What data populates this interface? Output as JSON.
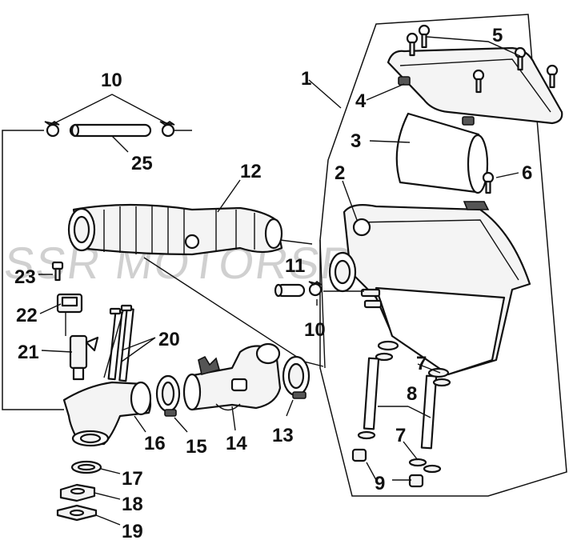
{
  "watermark": "SSR MOTORSPORTS",
  "callouts": [
    {
      "id": "c1",
      "text": "1"
    },
    {
      "id": "c2",
      "text": "2"
    },
    {
      "id": "c3",
      "text": "3"
    },
    {
      "id": "c4",
      "text": "4"
    },
    {
      "id": "c5",
      "text": "5"
    },
    {
      "id": "c6",
      "text": "6"
    },
    {
      "id": "c7a",
      "text": "7"
    },
    {
      "id": "c7b",
      "text": "7"
    },
    {
      "id": "c8",
      "text": "8"
    },
    {
      "id": "c9",
      "text": "9"
    },
    {
      "id": "c10a",
      "text": "10"
    },
    {
      "id": "c10b",
      "text": "10"
    },
    {
      "id": "c11",
      "text": "11"
    },
    {
      "id": "c12",
      "text": "12"
    },
    {
      "id": "c13",
      "text": "13"
    },
    {
      "id": "c14",
      "text": "14"
    },
    {
      "id": "c15",
      "text": "15"
    },
    {
      "id": "c16",
      "text": "16"
    },
    {
      "id": "c17",
      "text": "17"
    },
    {
      "id": "c18",
      "text": "18"
    },
    {
      "id": "c19",
      "text": "19"
    },
    {
      "id": "c20",
      "text": "20"
    },
    {
      "id": "c21",
      "text": "21"
    },
    {
      "id": "c22",
      "text": "22"
    },
    {
      "id": "c23",
      "text": "23"
    },
    {
      "id": "c25",
      "text": "25"
    }
  ]
}
